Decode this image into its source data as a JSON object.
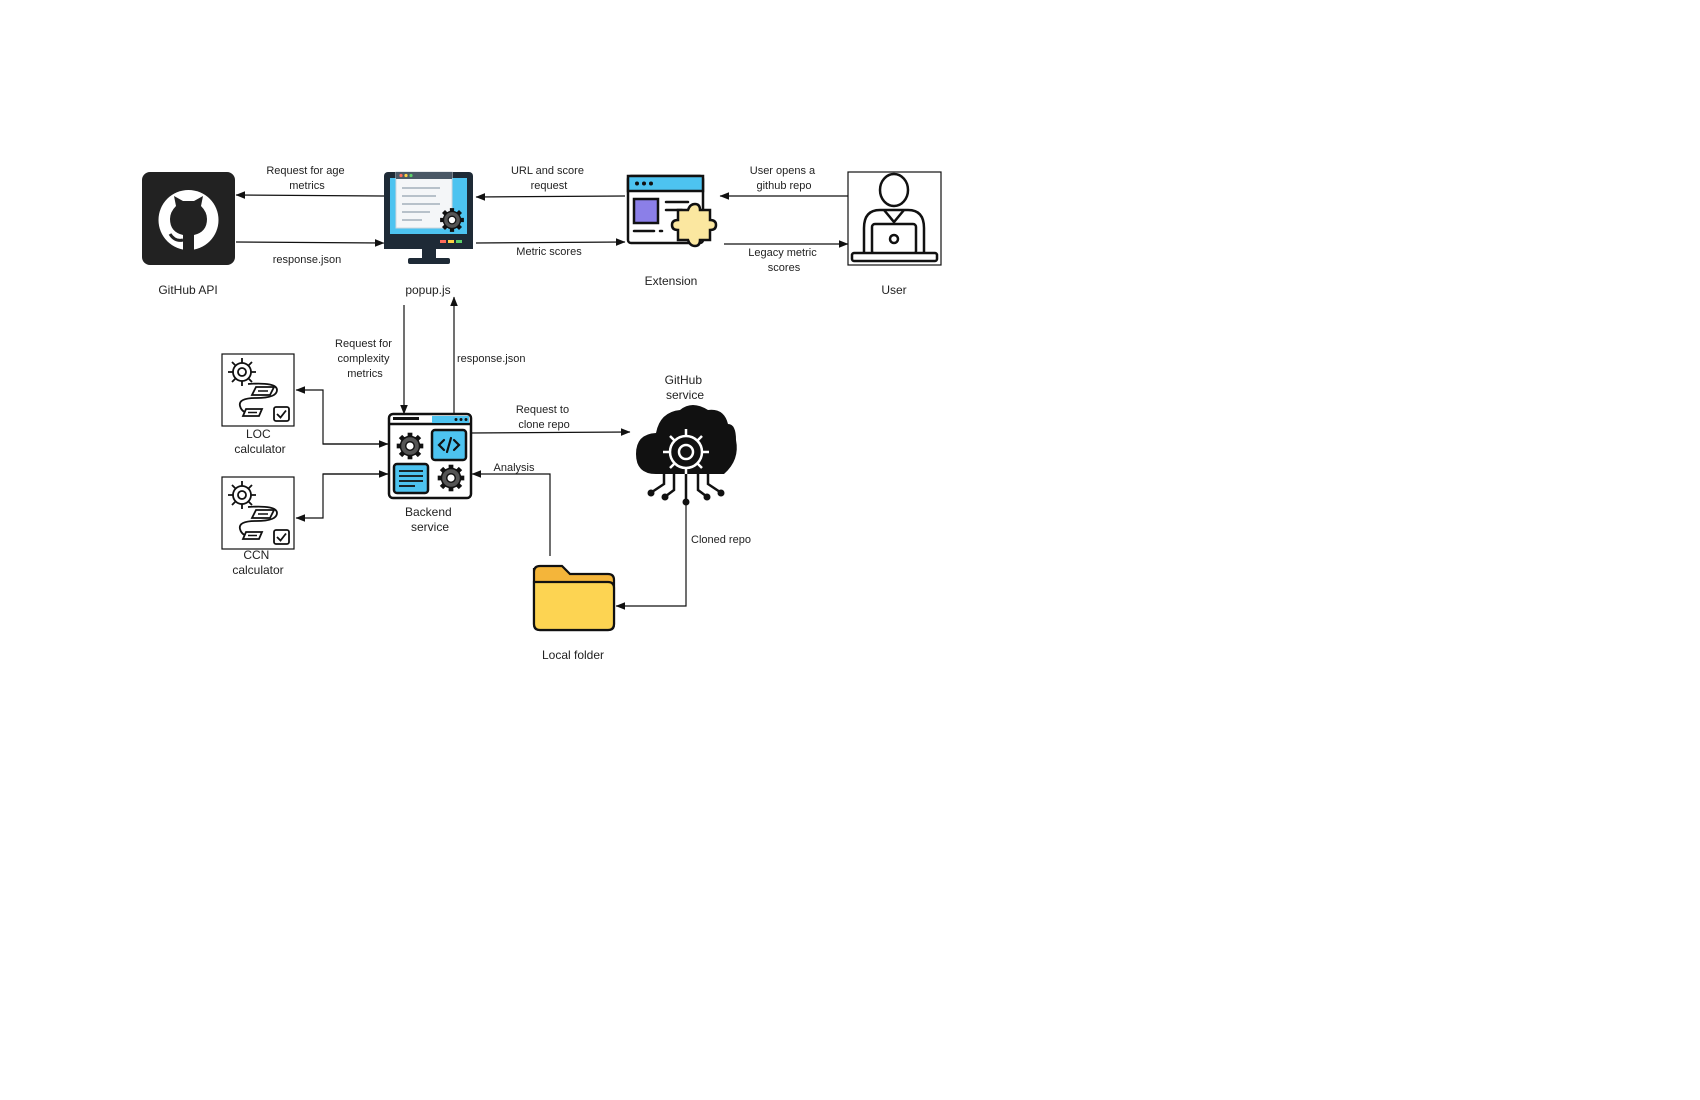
{
  "nodes": {
    "github_api": "GitHub API",
    "popup": "popup.js",
    "extension": "Extension",
    "user": "User",
    "loc": [
      "LOC",
      "calculator"
    ],
    "ccn": [
      "CCN",
      "calculator"
    ],
    "backend": [
      "Backend",
      "service"
    ],
    "github_service": [
      "GitHub",
      "service"
    ],
    "local_folder": "Local folder"
  },
  "edges": {
    "req_age": [
      "Request for age",
      "metrics"
    ],
    "resp_github": "response.json",
    "url_score": [
      "URL and score",
      "request"
    ],
    "metric_scores": "Metric scores",
    "user_opens": [
      "User opens a",
      "github repo"
    ],
    "legacy": [
      "Legacy metric",
      "scores"
    ],
    "req_complexity": [
      "Request for",
      "complexity",
      "metrics"
    ],
    "resp_backend": "response.json",
    "clone": [
      "Request to",
      "clone repo"
    ],
    "analysis": "Analysis",
    "cloned": "Cloned repo"
  },
  "colors": {
    "line": "#111111",
    "dark": "#222222",
    "screen_blue": "#4dc3f0",
    "monitor_dark": "#1e2a36",
    "purple": "#8b7fe8",
    "puzzle": "#fbe7a0",
    "folder": "#fdd452",
    "folder_tab": "#f4b53a"
  },
  "icons": {
    "github_api": "github-logo-icon",
    "popup": "monitor-settings-icon",
    "extension": "browser-extension-icon",
    "user": "person-laptop-icon",
    "loc": "workflow-gear-icon",
    "ccn": "workflow-gear-icon",
    "backend": "backend-dashboard-icon",
    "github_service": "cloud-gear-icon",
    "local_folder": "folder-icon"
  }
}
